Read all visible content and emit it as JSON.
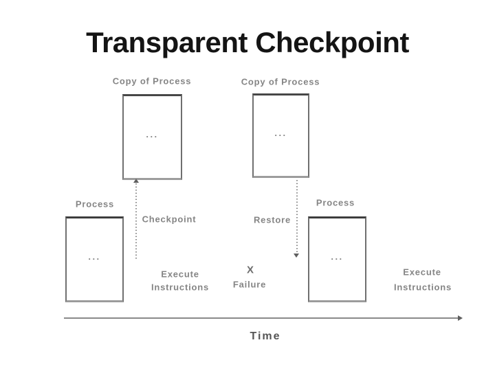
{
  "slide_title": "Transparent Checkpoint",
  "diagram": {
    "copy_process_left": {
      "label": "Copy of Process",
      "content_dots": "..."
    },
    "copy_process_right": {
      "label": "Copy of Process",
      "content_dots": "..."
    },
    "process_left": {
      "label": "Process",
      "content_dots": "..."
    },
    "process_right": {
      "label": "Process",
      "content_dots": "..."
    },
    "checkpoint_label": "Checkpoint",
    "restore_label": "Restore",
    "execute_left": {
      "line1": "Execute",
      "line2": "Instructions"
    },
    "execute_right": {
      "line1": "Execute",
      "line2": "Instructions"
    },
    "failure": {
      "mark": "X",
      "label": "Failure"
    },
    "time_label": "Time"
  },
  "colors": {
    "title_text": "#141414",
    "diagram_text": "#858585",
    "box_border": "#6f6f6f",
    "box_border_dark": "#474747",
    "box_border_light": "#9c9c9c",
    "line": "#8a8a8a",
    "arrow": "#5f5f5f",
    "time_text": "#555555"
  }
}
